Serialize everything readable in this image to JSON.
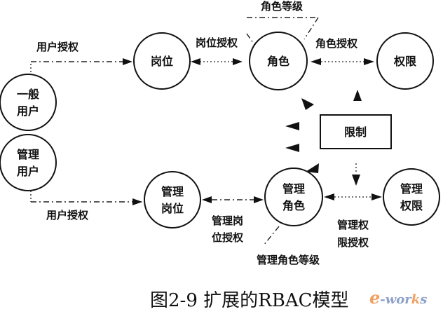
{
  "nodes": {
    "general_user": [
      "一般",
      "用户"
    ],
    "admin_user": [
      "管理",
      "用户"
    ],
    "post": [
      "岗位"
    ],
    "role": [
      "角色"
    ],
    "permission": [
      "权限"
    ],
    "admin_post": [
      "管理",
      "岗位"
    ],
    "admin_role": [
      "管理",
      "角色"
    ],
    "admin_permission": [
      "管理",
      "权限"
    ],
    "constraint": "限制"
  },
  "edges": {
    "user_assign_top": "用户授权",
    "post_assign": "岗位授权",
    "role_hierarchy": "角色等级",
    "role_assign": "角色授权",
    "user_assign_bottom": "用户授权",
    "admin_post_assign": [
      "管理岗",
      "位授权"
    ],
    "admin_perm_assign": [
      "管理权",
      "限授权"
    ],
    "admin_role_hierarchy": "管理角色等级"
  },
  "caption": "图2-9  扩展的RBAC模型",
  "logo": {
    "e": "e",
    "mid": "-wor",
    "k": "k",
    "s": "s"
  }
}
